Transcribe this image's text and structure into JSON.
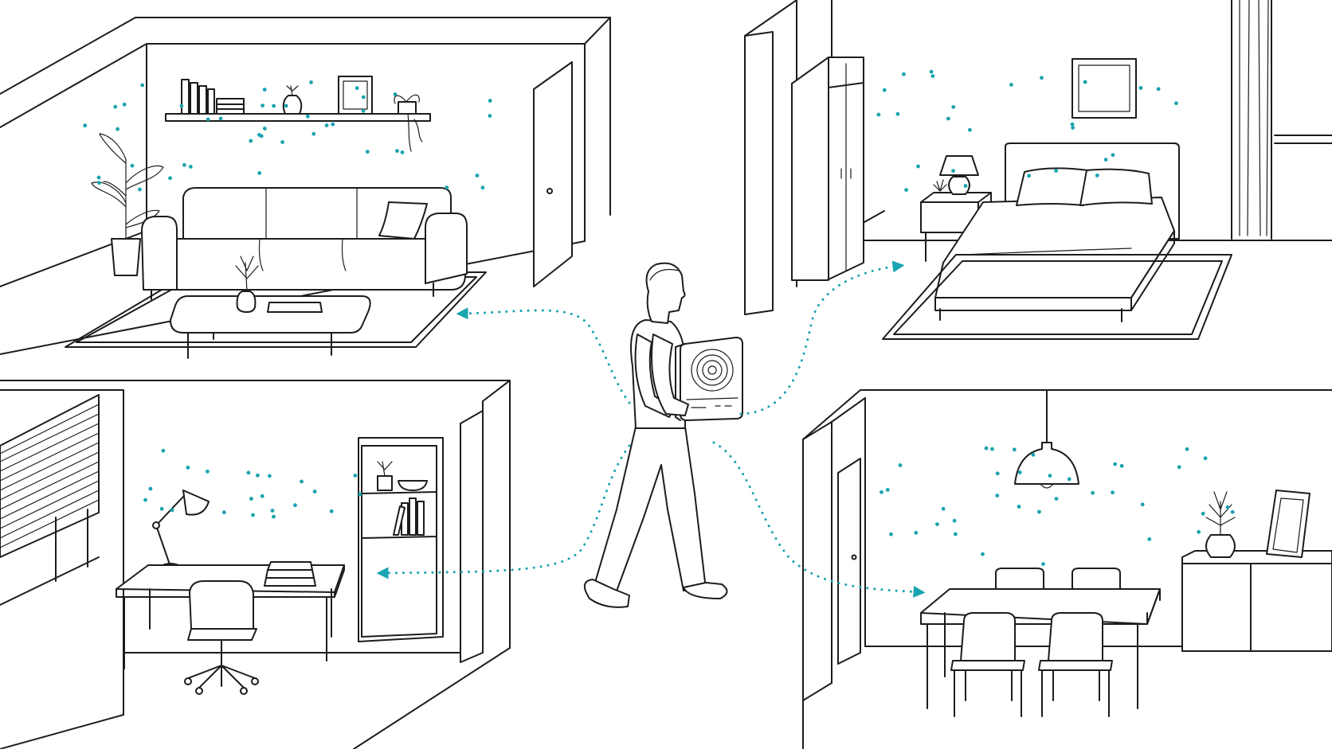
{
  "scene": {
    "accent_color": "#1aa3b0",
    "line_color": "#1c1c1c",
    "background": "#ffffff",
    "rooms": [
      "living-room",
      "bedroom",
      "home-office",
      "dining-room"
    ],
    "central_figure": "person-carrying-air-purifier",
    "airflow_marks": "dotted-arrows-and-particle-dots",
    "text_shown": []
  }
}
